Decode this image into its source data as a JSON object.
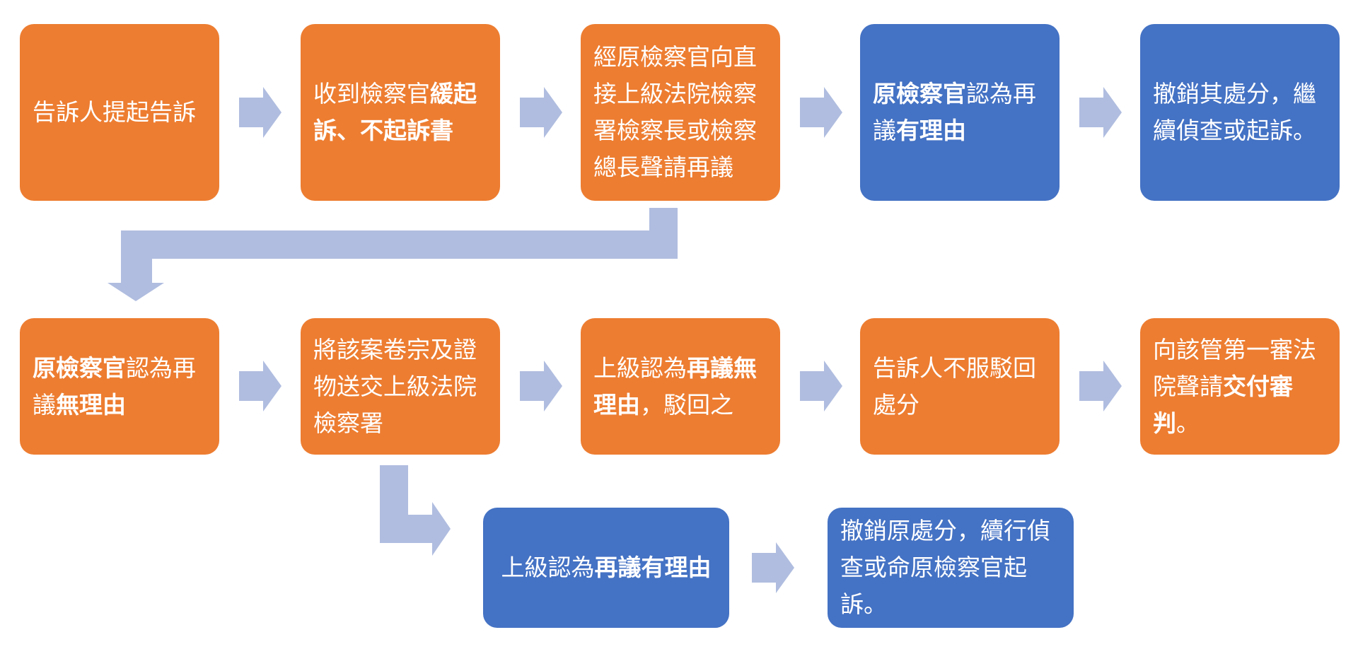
{
  "colors": {
    "orange": "#ED7D31",
    "blue": "#4472C4",
    "arrow": "#B0BDE0"
  },
  "nodes": [
    {
      "id": "n1",
      "color": "orange",
      "parts": [
        {
          "t": "告訴人提起告訴"
        }
      ]
    },
    {
      "id": "n2",
      "color": "orange",
      "parts": [
        {
          "t": "收到檢察官"
        },
        {
          "t": "緩起訴、不起訴書",
          "b": true
        }
      ]
    },
    {
      "id": "n3",
      "color": "orange",
      "parts": [
        {
          "t": "經原檢察官向直接上級法院檢察署檢察長或檢察總長聲請再議"
        }
      ]
    },
    {
      "id": "n4",
      "color": "blue",
      "parts": [
        {
          "t": "原檢察官",
          "b": true
        },
        {
          "t": "認為再議"
        },
        {
          "t": "有理由",
          "b": true
        }
      ]
    },
    {
      "id": "n5",
      "color": "blue",
      "parts": [
        {
          "t": "撤銷其處分，繼續偵查或起訴。"
        }
      ]
    },
    {
      "id": "n6",
      "color": "orange",
      "parts": [
        {
          "t": "原檢察官",
          "b": true
        },
        {
          "t": "認為再議"
        },
        {
          "t": "無理由",
          "b": true
        }
      ]
    },
    {
      "id": "n7",
      "color": "orange",
      "parts": [
        {
          "t": "將該案卷宗及證物送交上級法院檢察署"
        }
      ]
    },
    {
      "id": "n8",
      "color": "orange",
      "parts": [
        {
          "t": "上級認為"
        },
        {
          "t": "再議無理由",
          "b": true
        },
        {
          "t": "，駁回之"
        }
      ]
    },
    {
      "id": "n9",
      "color": "orange",
      "parts": [
        {
          "t": "告訴人不服駁回處分"
        }
      ]
    },
    {
      "id": "n10",
      "color": "orange",
      "parts": [
        {
          "t": "向該管第一審法院聲請"
        },
        {
          "t": "交付審判",
          "b": true
        },
        {
          "t": "。"
        }
      ]
    },
    {
      "id": "n11",
      "color": "blue",
      "parts": [
        {
          "t": "上級認為"
        },
        {
          "t": "再議有理由",
          "b": true
        }
      ]
    },
    {
      "id": "n12",
      "color": "blue",
      "parts": [
        {
          "t": "撤銷原處分，續行偵查或命原檢察官起訴。"
        }
      ]
    }
  ],
  "edges": [
    [
      "n1",
      "n2"
    ],
    [
      "n2",
      "n3"
    ],
    [
      "n3",
      "n4"
    ],
    [
      "n4",
      "n5"
    ],
    [
      "n3",
      "n6"
    ],
    [
      "n6",
      "n7"
    ],
    [
      "n7",
      "n8"
    ],
    [
      "n8",
      "n9"
    ],
    [
      "n9",
      "n10"
    ],
    [
      "n7",
      "n11"
    ],
    [
      "n11",
      "n12"
    ]
  ]
}
